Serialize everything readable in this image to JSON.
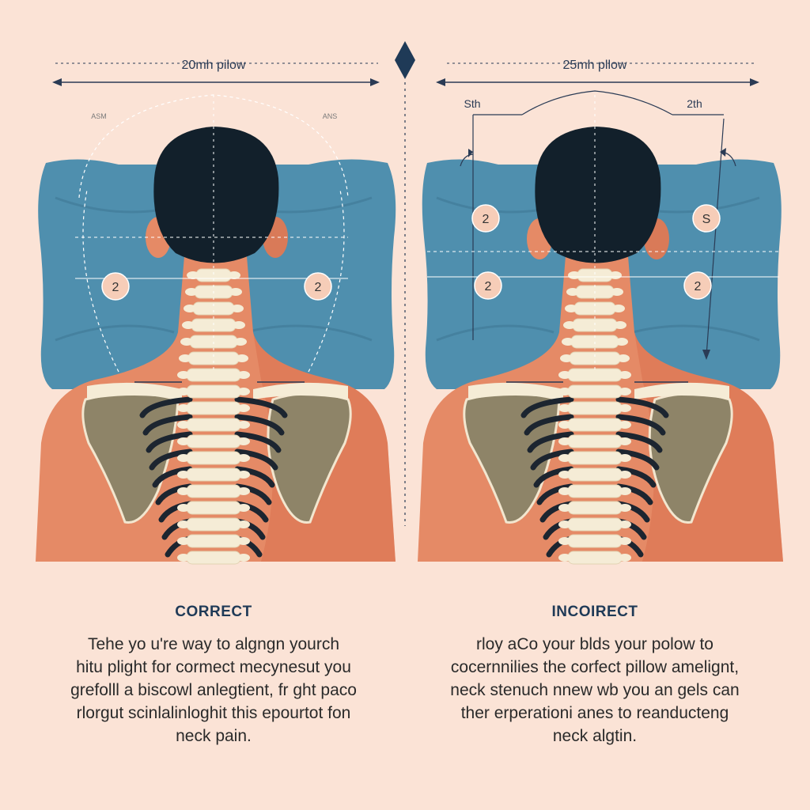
{
  "colors": {
    "background": "#fbe3d6",
    "pillow": "#4f8fae",
    "pillow_shadow": "#3f7895",
    "skin": "#e58a66",
    "skin_shadow": "#d86a4a",
    "hair": "#12202b",
    "bone": "#f5ecd6",
    "scapula": "#8e8468",
    "rib_gap": "#1c2530",
    "heading": "#1f3a57",
    "guide": "#2a3b55",
    "badge_fill": "#f6cdb8"
  },
  "left": {
    "dimension_label": "20mh pilow",
    "side_label_left": "ASM",
    "side_label_right": "ANS",
    "badges": [
      "2",
      "2"
    ],
    "heading": "CORRECT",
    "caption_lines": [
      "Tehe yo u're way to  algngn yourch",
      "hitu plight for cormect mecynesut you",
      "grefolll a biscowl anlegtient, fr ght paco",
      "rlorgut scinlalinloghit this epourtot fon",
      "neck pain."
    ]
  },
  "right": {
    "dimension_label": "25mh pllow",
    "side_label_left": "Sth",
    "side_label_right": "2th",
    "badges": [
      "2",
      "S",
      "2",
      "2"
    ],
    "heading": "INCOIRECT",
    "caption_lines": [
      "rloy aCo  your blds your polow to",
      "cocernnilies the corfect pillow amelignt,",
      "neck stenuch  nnew wb you an gels can",
      "ther erperationi anes to reanducteng",
      "neck algtin."
    ]
  }
}
